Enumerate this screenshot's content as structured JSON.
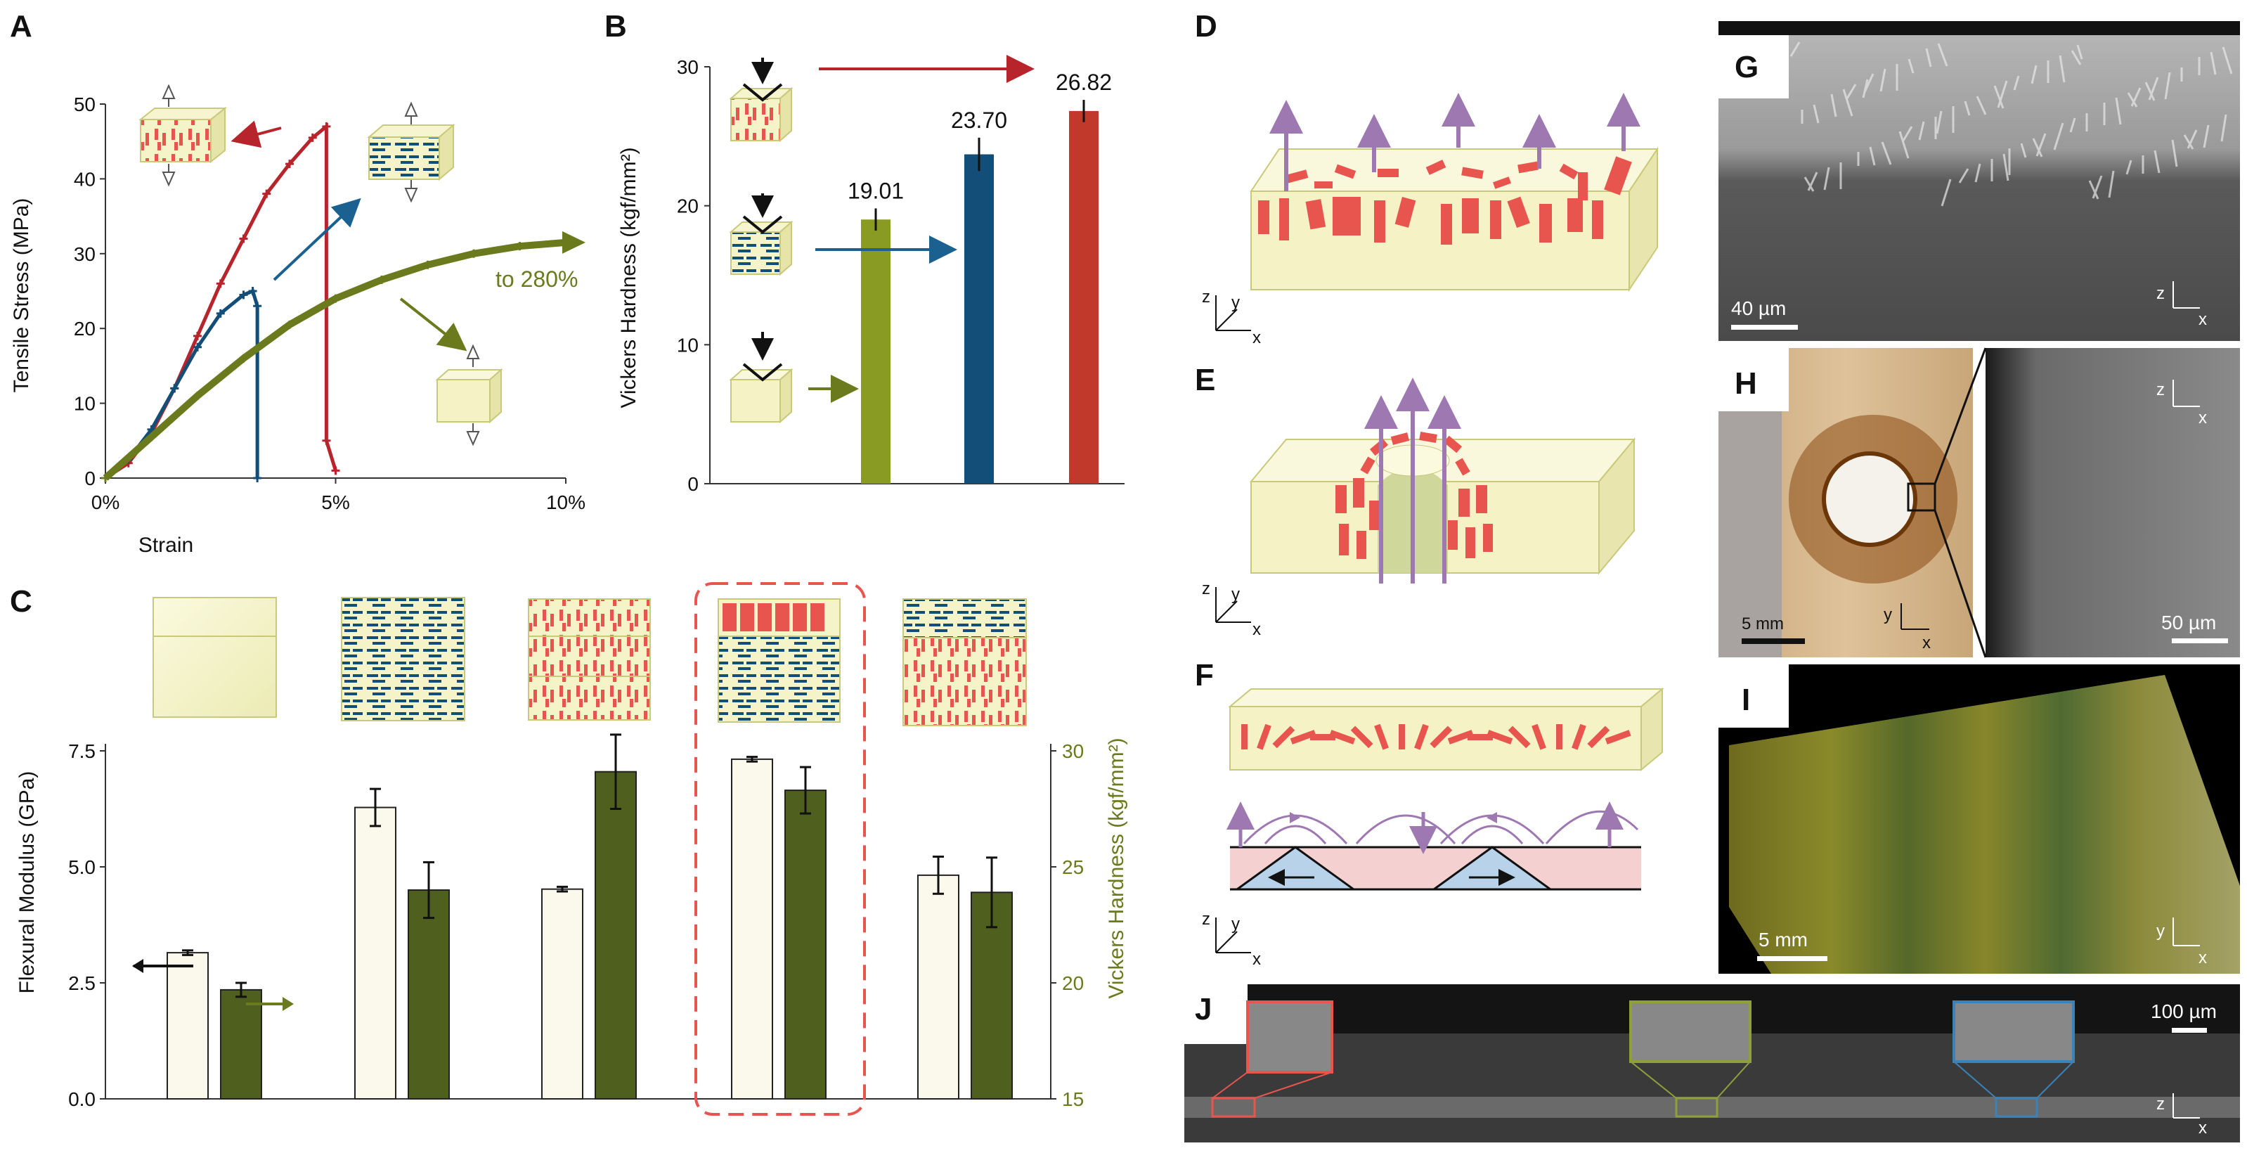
{
  "colors": {
    "red": "#b8242b",
    "blue": "#124e78",
    "green": "#6a7a1c",
    "greenDark": "#4b5a1a",
    "cream": "#f3f1c6",
    "pinkRect": "#e8554f",
    "purple": "#9e78b0"
  },
  "panels": {
    "A": "A",
    "B": "B",
    "C": "C",
    "D": "D",
    "E": "E",
    "F": "F",
    "G": "G",
    "H": "H",
    "I": "I",
    "J": "J"
  },
  "panelA": {
    "xlabel": "Strain",
    "ylabel": "Tensile Stress (MPa)",
    "to280": "to 280%",
    "xticks": [
      "0%",
      "5%",
      "10%"
    ],
    "yticks": [
      "0",
      "10",
      "20",
      "30",
      "40",
      "50"
    ]
  },
  "panelB": {
    "ylabel": "Vickers Hardness (kgf/mm²)",
    "yticks": [
      "0",
      "10",
      "20",
      "30"
    ],
    "values": [
      "19.01",
      "23.70",
      "26.82"
    ]
  },
  "panelC": {
    "ylabel_left": "Flexural Modulus (GPa)",
    "ylabel_right": "Vickers Hardness (kgf/mm²)",
    "lticks": [
      "0.0",
      "2.5",
      "5.0",
      "7.5"
    ],
    "rticks": [
      "15",
      "20",
      "25",
      "30"
    ]
  },
  "micro": {
    "G_scale": "40 µm",
    "H_scale1": "5 mm",
    "H_scale2": "50 µm",
    "I_scale": "5 mm",
    "J_scale": "100 µm",
    "ax_z": "z",
    "ax_x": "x",
    "ax_y": "y"
  },
  "chart_data": [
    {
      "type": "line",
      "panel": "A",
      "xlabel": "Strain",
      "ylabel": "Tensile Stress (MPa)",
      "xlim": [
        0,
        10
      ],
      "ylim": [
        0,
        50
      ],
      "series": [
        {
          "color": "red",
          "x": [
            0,
            0.5,
            1,
            1.5,
            2,
            2.5,
            3,
            3.5,
            4,
            4.5,
            4.8,
            4.8,
            5.0
          ],
          "y": [
            0,
            2,
            6,
            12,
            19,
            26,
            32,
            38,
            42,
            45.5,
            47,
            5,
            1
          ]
        },
        {
          "color": "blue",
          "x": [
            0,
            0.5,
            1,
            1.5,
            2,
            2.5,
            3,
            3.2,
            3.3,
            3.3
          ],
          "y": [
            0,
            2.5,
            6.5,
            12,
            17.5,
            22,
            24.5,
            25,
            23,
            0
          ]
        },
        {
          "color": "green",
          "x": [
            0,
            1,
            2,
            3,
            4,
            5,
            6,
            7,
            8,
            9,
            10
          ],
          "y": [
            0,
            5.5,
            11,
            16,
            20.5,
            24,
            26.5,
            28.5,
            30,
            31,
            31.5
          ]
        }
      ]
    },
    {
      "type": "bar",
      "panel": "B",
      "ylabel": "Vickers Hardness (kgf/mm²)",
      "ylim": [
        0,
        30
      ],
      "values": [
        19.01,
        23.7,
        26.82
      ],
      "errors": [
        0.8,
        1.2,
        0.8
      ],
      "colors": [
        "green",
        "blue",
        "red"
      ]
    },
    {
      "type": "bar",
      "panel": "C",
      "ylabel": "Flexural Modulus (GPa)",
      "ylabel_right": "Vickers Hardness (kgf/mm²)",
      "ylim": [
        0,
        7.5
      ],
      "ylim_right": [
        15,
        30
      ],
      "series": [
        {
          "axis": "left",
          "values": [
            3.15,
            6.28,
            4.52,
            7.32,
            4.82
          ],
          "errors": [
            0.05,
            0.4,
            0.05,
            0.05,
            0.4
          ]
        },
        {
          "axis": "right",
          "values": [
            19.7,
            24.0,
            29.1,
            28.3,
            23.9
          ],
          "errors": [
            0.3,
            1.2,
            1.6,
            1.0,
            1.5
          ]
        }
      ]
    }
  ]
}
